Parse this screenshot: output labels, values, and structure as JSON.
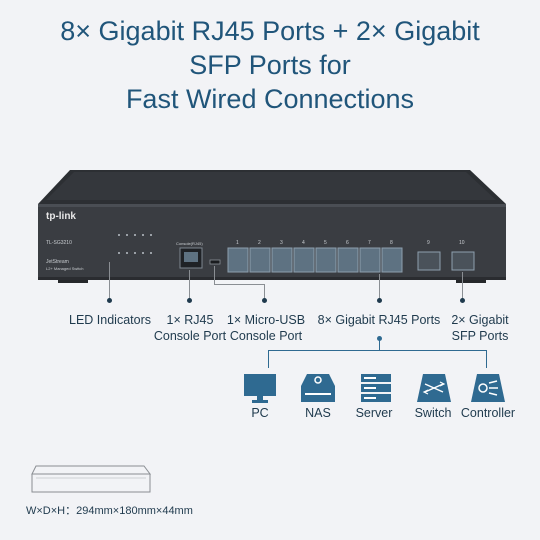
{
  "headline": {
    "line1": "8× Gigabit RJ45 Ports + 2× Gigabit",
    "line2": "SFP Ports for",
    "line3": "Fast Wired Connections"
  },
  "switch": {
    "brand": "tp-link",
    "model": "TL-SG3210",
    "series": "JetStream",
    "subtitle": "L2+ Managed Switch",
    "console_label": "Console(RJ45)",
    "port_numbers": [
      "1",
      "2",
      "3",
      "4",
      "5",
      "6",
      "7",
      "8",
      "9",
      "10"
    ],
    "body_color": "#3a3d42",
    "port_color": "#5e7282"
  },
  "callouts": [
    {
      "lines": [
        "LED Indicators"
      ]
    },
    {
      "lines": [
        "1× RJ45",
        "Console Port"
      ]
    },
    {
      "lines": [
        "1× Micro-USB",
        "Console Port"
      ]
    },
    {
      "lines": [
        "8× Gigabit RJ45 Ports"
      ]
    },
    {
      "lines": [
        "2× Gigabit",
        "SFP Ports"
      ]
    }
  ],
  "devices": [
    {
      "label": "PC",
      "icon": "monitor-icon"
    },
    {
      "label": "NAS",
      "icon": "nas-icon"
    },
    {
      "label": "Server",
      "icon": "server-icon"
    },
    {
      "label": "Switch",
      "icon": "switch-icon"
    },
    {
      "label": "Controller",
      "icon": "controller-icon"
    }
  ],
  "dimensions": "W×D×H：294mm×180mm×44mm",
  "colors": {
    "headline": "#20557a",
    "icon": "#2f6a91",
    "background": "#f2f3f6"
  }
}
